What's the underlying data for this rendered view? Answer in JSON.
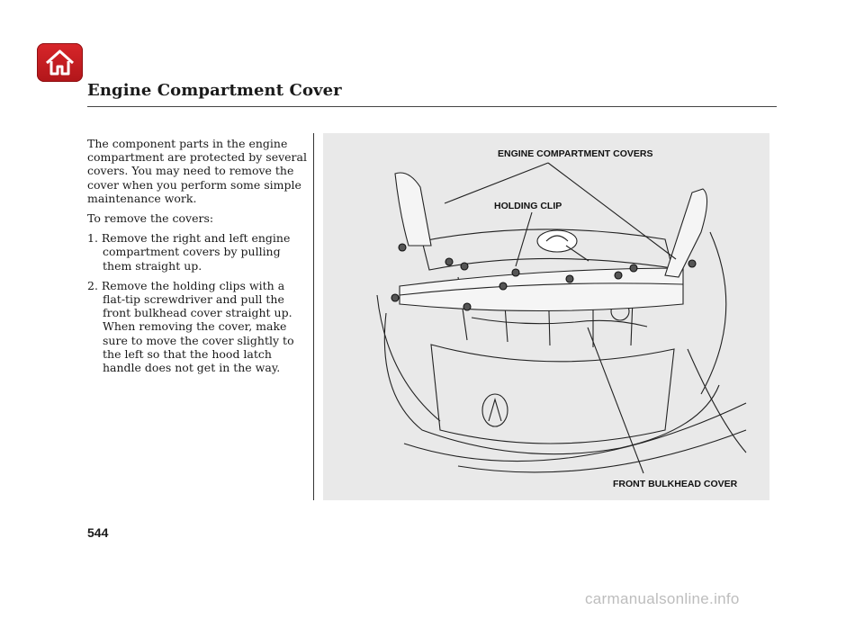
{
  "header": {
    "home_icon": "home-icon",
    "title": "Engine Compartment Cover"
  },
  "body": {
    "intro": "The component parts in the engine compartment are protected by several covers. You may need to remove the cover when you perform some simple maintenance work.",
    "to_remove": "To remove the covers:",
    "steps": [
      "1. Remove the right and left engine compartment covers by pulling them straight up.",
      "2. Remove the holding clips with a flat-tip screwdriver and pull the front bulkhead cover straight up. When removing the cover, make sure to move the cover slightly to the left so that the hood latch handle does not get in the way."
    ]
  },
  "figure": {
    "labels": {
      "engine_covers": "ENGINE COMPARTMENT COVERS",
      "holding_clip": "HOLDING CLIP",
      "bulkhead_cover": "FRONT BULKHEAD COVER"
    }
  },
  "footer": {
    "page_number": "544",
    "watermark": "carmanualsonline.info"
  },
  "colors": {
    "home_button": "#c81e22",
    "figure_background": "#e9e9e9"
  }
}
